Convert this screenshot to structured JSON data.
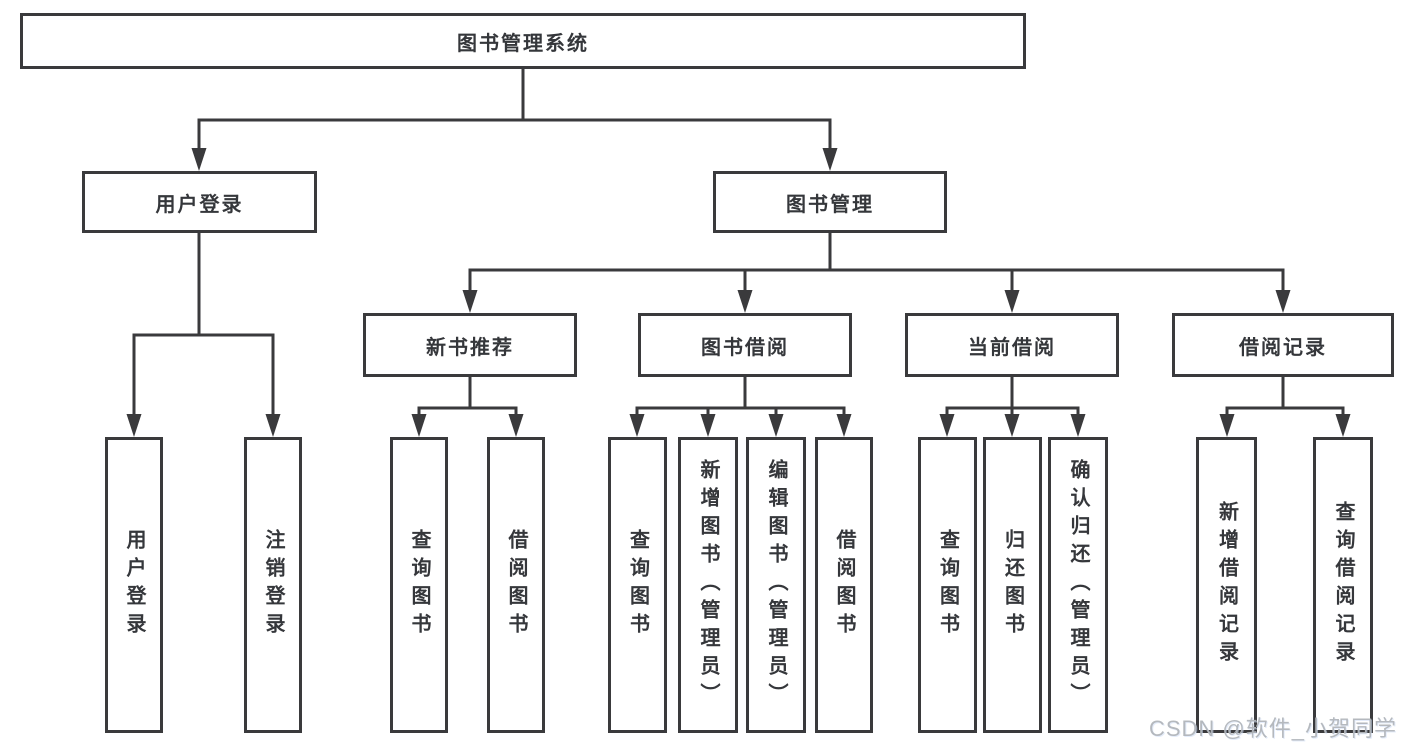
{
  "colors": {
    "line": "#3a3a3c",
    "box_border": "#3a3a3c",
    "box_background": "#ffffff",
    "text": "#35373b",
    "watermark": "#b1b5bb"
  },
  "tree": {
    "root": {
      "label": "图书管理系统",
      "children": [
        {
          "label": "用户登录",
          "children": [
            {
              "label": "用户登录"
            },
            {
              "label": "注销登录"
            }
          ]
        },
        {
          "label": "图书管理",
          "children": [
            {
              "label": "新书推荐",
              "children": [
                {
                  "label": "查询图书"
                },
                {
                  "label": "借阅图书"
                }
              ]
            },
            {
              "label": "图书借阅",
              "children": [
                {
                  "label": "查询图书"
                },
                {
                  "label": "新增图书（管理员）"
                },
                {
                  "label": "编辑图书（管理员）"
                },
                {
                  "label": "借阅图书"
                }
              ]
            },
            {
              "label": "当前借阅",
              "children": [
                {
                  "label": "查询图书"
                },
                {
                  "label": "归还图书"
                },
                {
                  "label": "确认归还（管理员）"
                }
              ]
            },
            {
              "label": "借阅记录",
              "children": [
                {
                  "label": "新增借阅记录"
                },
                {
                  "label": "查询借阅记录"
                }
              ]
            }
          ]
        }
      ]
    }
  },
  "watermark": {
    "text": "CSDN @软件_小贺同学"
  }
}
